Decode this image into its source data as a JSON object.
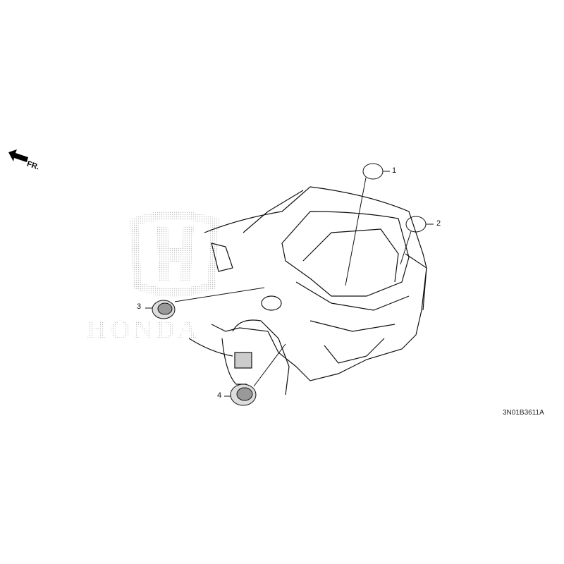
{
  "diagram": {
    "direction_indicator": "FR.",
    "diagram_code": "3N01B3611A",
    "watermark": "HONDA",
    "callouts": [
      {
        "number": "1",
        "part": "grommet-oval"
      },
      {
        "number": "2",
        "part": "grommet-oval"
      },
      {
        "number": "3",
        "part": "grommet-round"
      },
      {
        "number": "4",
        "part": "grommet-round"
      }
    ],
    "colors": {
      "line": "#111111",
      "watermark": "#c8c8c8"
    }
  }
}
